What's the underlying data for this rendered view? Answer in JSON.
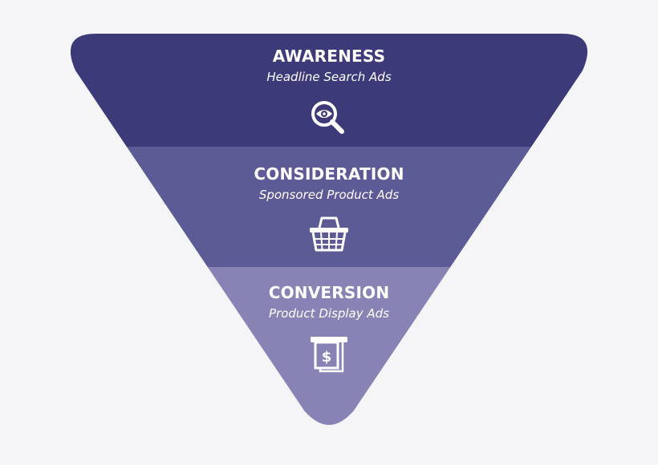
{
  "colors": {
    "background": "#f5f5f7",
    "awareness": "#3c3a78",
    "consideration": "#5d5b95",
    "conversion": "#8784b5",
    "text": "#ffffff"
  },
  "stages": [
    {
      "title": "AWARENESS",
      "subtitle": "Headline Search Ads",
      "icon": "magnifier-eye-icon"
    },
    {
      "title": "CONSIDERATION",
      "subtitle": "Sponsored Product Ads",
      "icon": "shopping-basket-icon"
    },
    {
      "title": "CONVERSION",
      "subtitle": "Product Display Ads",
      "icon": "receipt-dollar-icon"
    }
  ]
}
